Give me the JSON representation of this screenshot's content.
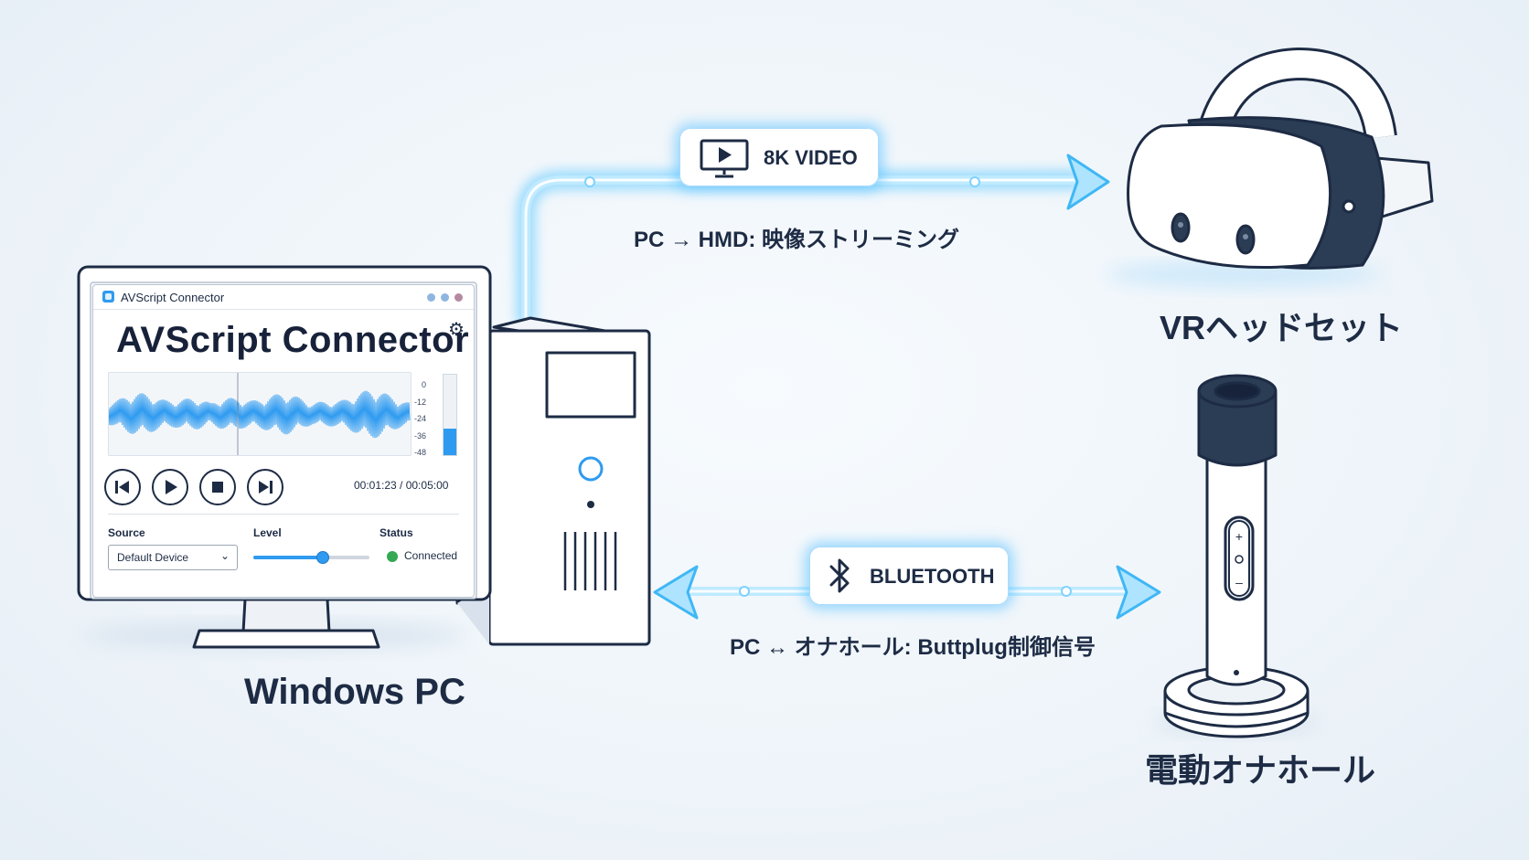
{
  "video_link": {
    "pill_label": "8K VIDEO",
    "icon": "monitor-play-icon",
    "caption": "PC → HMD: 映像ストリーミング"
  },
  "bluetooth_link": {
    "pill_label": "BLUETOOTH",
    "icon": "bluetooth-icon",
    "caption": "PC ↔ オナホール: Buttplug制御信号"
  },
  "devices": {
    "pc_label": "Windows PC",
    "headset_label": "VRヘッドセット",
    "toy_label": "電動オナホール"
  },
  "app": {
    "window_title": "AVScript Connector",
    "heading": "AVScript Connector",
    "meter_labels": [
      "0",
      "-12",
      "-24",
      "-36",
      "-48"
    ],
    "meter_level": 0.33,
    "time_display": "00:01:23 / 00:05:00",
    "source_label": "Source",
    "source_value": "Default Device",
    "level_label": "Level",
    "level_value": 0.6,
    "status_label": "Status",
    "status_value": "Connected"
  },
  "colors": {
    "accent": "#2f9bf0",
    "glow": "#4fc3ff",
    "ink": "#1d2b44",
    "status_ok": "#34a853"
  }
}
